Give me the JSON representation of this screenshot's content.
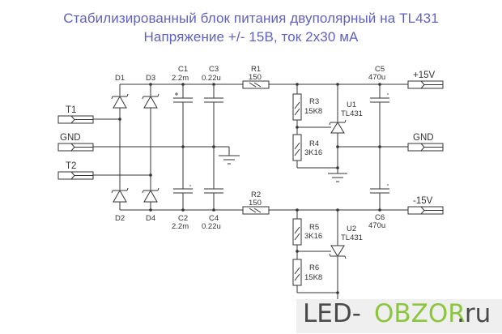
{
  "title": {
    "line1": "Стабилизированный блок питания двуполярный на TL431",
    "line2": "Напряжение +/- 15В, ток 2х30 мА"
  },
  "colors": {
    "title": "#6161c0",
    "wire": "#333333",
    "watermark_dark": "#4a4a4a",
    "watermark_green": "#8cc63f",
    "watermark_bg": "#efefef"
  },
  "inputs": {
    "t1": "T1",
    "gnd": "GND",
    "t2": "T2"
  },
  "outputs": {
    "plus": "+15V",
    "gnd": "GND",
    "minus": "-15V"
  },
  "components": {
    "d1": "D1",
    "d2": "D2",
    "d3": "D3",
    "d4": "D4",
    "c1": {
      "name": "C1",
      "value": "2.2m"
    },
    "c2": {
      "name": "C2",
      "value": "2.2m"
    },
    "c3": {
      "name": "C3",
      "value": "0.22u"
    },
    "c4": {
      "name": "C4",
      "value": "0.22u"
    },
    "c5": {
      "name": "C5",
      "value": "470u"
    },
    "c6": {
      "name": "C6",
      "value": "470u"
    },
    "r1": {
      "name": "R1",
      "value": "150"
    },
    "r2": {
      "name": "R2",
      "value": "150"
    },
    "r3": {
      "name": "R3",
      "value": "15K8"
    },
    "r4": {
      "name": "R4",
      "value": "3K16"
    },
    "r5": {
      "name": "R5",
      "value": "3K16"
    },
    "r6": {
      "name": "R6",
      "value": "15K8"
    },
    "u1": {
      "name": "U1",
      "value": "TL431"
    },
    "u2": {
      "name": "U2",
      "value": "TL431"
    }
  },
  "watermark": {
    "part1": "LED-",
    "part2": "OBZOR",
    "part3": ".ru"
  }
}
